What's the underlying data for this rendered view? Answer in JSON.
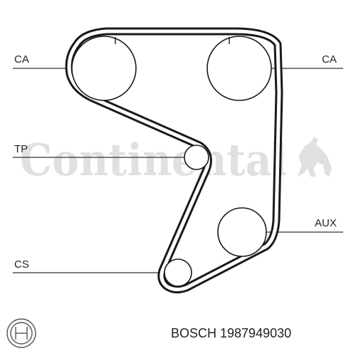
{
  "labels": {
    "ca_left": "CA",
    "ca_right": "CA",
    "tp": "TP",
    "aux": "AUX",
    "cs": "CS"
  },
  "watermark": {
    "text": "Continental",
    "icon": "horse-icon",
    "color": "#cfcfcf"
  },
  "footer": {
    "brand_icon": "bosch-logo-icon",
    "caption": "BOSCH 1987949030"
  },
  "colors": {
    "belt": "#1a1a1a",
    "line": "#333333"
  }
}
